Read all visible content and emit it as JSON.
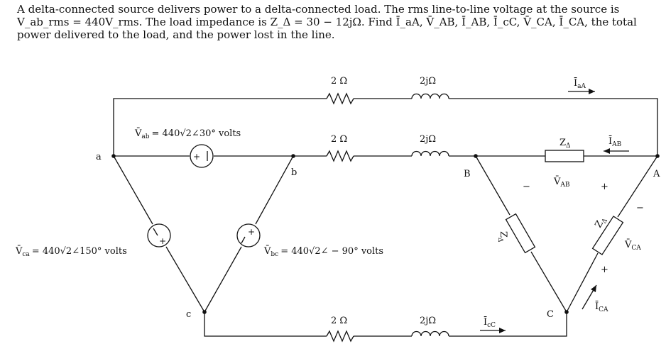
{
  "problem": {
    "text": "A delta-connected source delivers power to a delta-connected load. The rms line-to-line voltage at the source is V_ab_rms = 440V_rms. The load impedance is Z_Δ = 30 − 12jΩ. Find Ī_aA, V̄_AB, Ī_AB, Ī_cC, V̄_CA, Ī_CA, the total power delivered to the load, and the power lost in the line."
  },
  "circuit": {
    "nodes": {
      "a": "a",
      "b": "b",
      "c": "c",
      "A": "A",
      "B": "B",
      "C": "C"
    },
    "line_resistance": "2 Ω",
    "line_inductance": "2jΩ",
    "load_impedance": "Z",
    "load_subscript": "Δ",
    "sources": {
      "vab": {
        "name": "V̄",
        "sub": "ab",
        "value": "= 440√2∠30° volts"
      },
      "vbc": {
        "name": "V̄",
        "sub": "bc",
        "value": "= 440√2∠ − 90° volts"
      },
      "vca": {
        "name": "V̄",
        "sub": "ca",
        "value": "= 440√2∠150° volts"
      }
    },
    "currents": {
      "aA": {
        "name": "Ī",
        "sub": "aA"
      },
      "AB": {
        "name": "Ī",
        "sub": "AB"
      },
      "cC": {
        "name": "Ī",
        "sub": "cC"
      },
      "CA": {
        "name": "Ī",
        "sub": "CA"
      }
    },
    "voltages": {
      "AB": {
        "name": "V̄",
        "sub": "AB"
      },
      "CA": {
        "name": "V̄",
        "sub": "CA"
      }
    },
    "signs": {
      "plus": "+",
      "minus": "−"
    }
  }
}
